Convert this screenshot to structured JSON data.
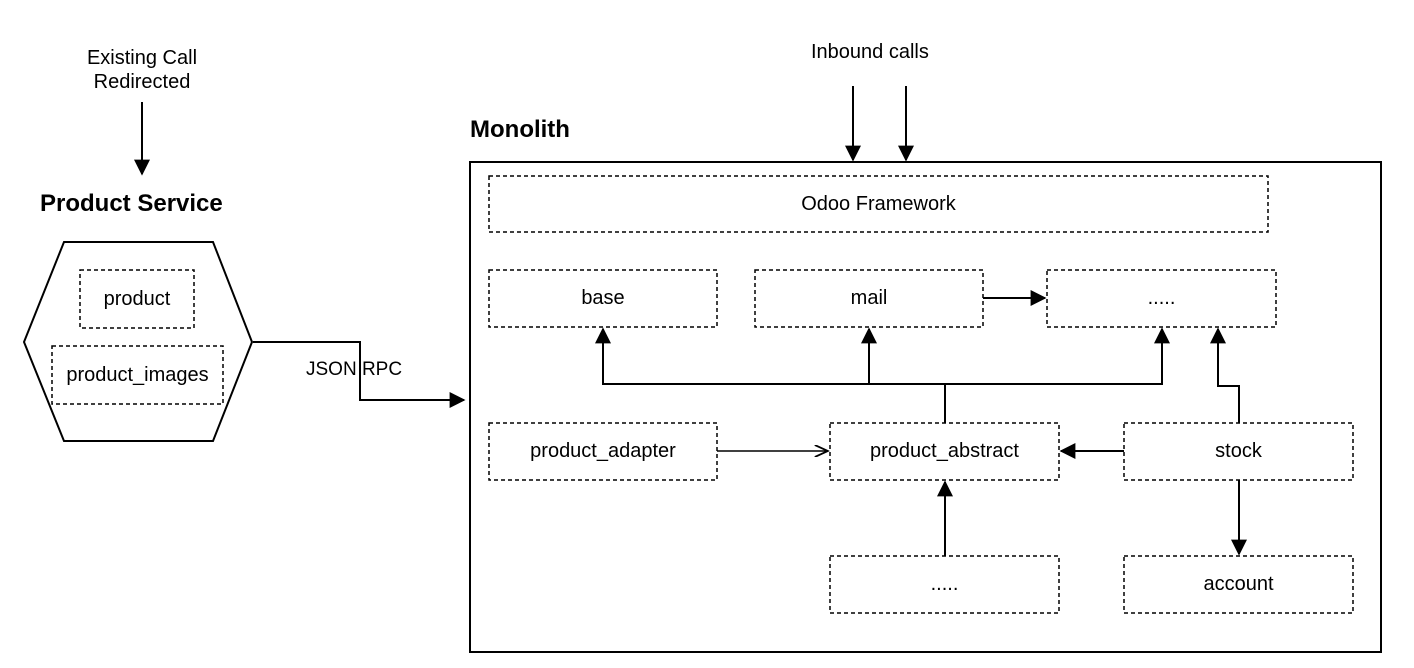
{
  "product_service": {
    "incoming_label": "Existing Call\nRedirected",
    "title": "Product Service",
    "modules": [
      "product",
      "product_images"
    ]
  },
  "connection": {
    "label": "JSON RPC"
  },
  "monolith": {
    "inbound_label": "Inbound calls",
    "title": "Monolith",
    "framework": "Odoo Framework",
    "modules": {
      "base": "base",
      "mail": "mail",
      "dots_top": ".....",
      "product_adapter": "product_adapter",
      "product_abstract": "product_abstract",
      "stock": "stock",
      "dots_bottom": ".....",
      "account": "account"
    }
  }
}
